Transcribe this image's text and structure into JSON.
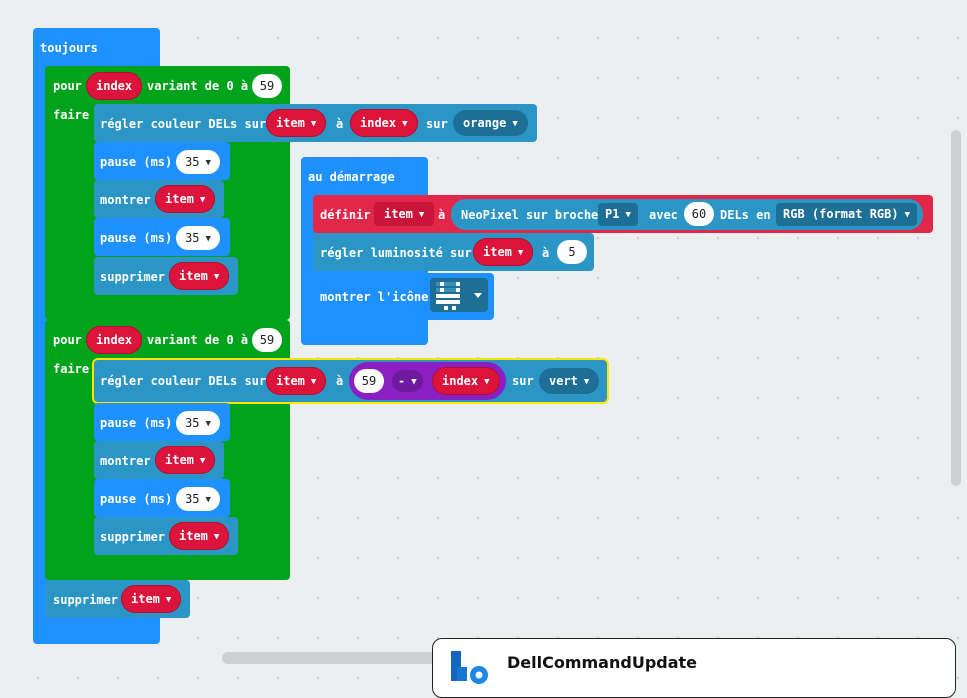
{
  "on_forever": {
    "label": "toujours",
    "loop1": {
      "for_label": "pour",
      "var": "index",
      "range_label": "variant de 0 à",
      "max": "59",
      "do_label": "faire",
      "set_color": {
        "label": "régler couleur DELs sur",
        "strip": "item",
        "to": "à",
        "index": "index",
        "on": "sur",
        "color": "orange"
      },
      "pause1": {
        "label": "pause (ms)",
        "value": "35"
      },
      "show": {
        "label": "montrer",
        "strip": "item"
      },
      "pause2": {
        "label": "pause (ms)",
        "value": "35"
      },
      "clear": {
        "label": "supprimer",
        "strip": "item"
      }
    },
    "loop2": {
      "for_label": "pour",
      "var": "index",
      "range_label": "variant de 0 à",
      "max": "59",
      "do_label": "faire",
      "set_color": {
        "label": "régler couleur DELs sur",
        "strip": "item",
        "to": "à",
        "lhs": "59",
        "op": "-",
        "rhs": "index",
        "on": "sur",
        "color": "vert"
      },
      "pause1": {
        "label": "pause (ms)",
        "value": "35"
      },
      "show": {
        "label": "montrer",
        "strip": "item"
      },
      "pause2": {
        "label": "pause (ms)",
        "value": "35"
      },
      "clear": {
        "label": "supprimer",
        "strip": "item"
      }
    },
    "final_clear": {
      "label": "supprimer",
      "strip": "item"
    }
  },
  "on_start": {
    "label": "au démarrage",
    "define": {
      "label": "définir",
      "var": "item",
      "to": "à",
      "create": "NeoPixel sur broche",
      "pin": "P1",
      "with": "avec",
      "count": "60",
      "leds_in": "DELs en",
      "mode": "RGB (format RGB)"
    },
    "brightness": {
      "label": "régler luminosité sur",
      "strip": "item",
      "to": "à",
      "value": "5"
    },
    "show_icon": {
      "label": "montrer l'icône"
    }
  },
  "notification": {
    "title": "DellCommandUpdate"
  },
  "colors": {
    "event": "#1e90ff",
    "loop": "#00a31b",
    "neopixel": "#2b95c6",
    "variable": "#dc143c",
    "math": "#8a1fc4",
    "highlight": "#ffe600"
  }
}
